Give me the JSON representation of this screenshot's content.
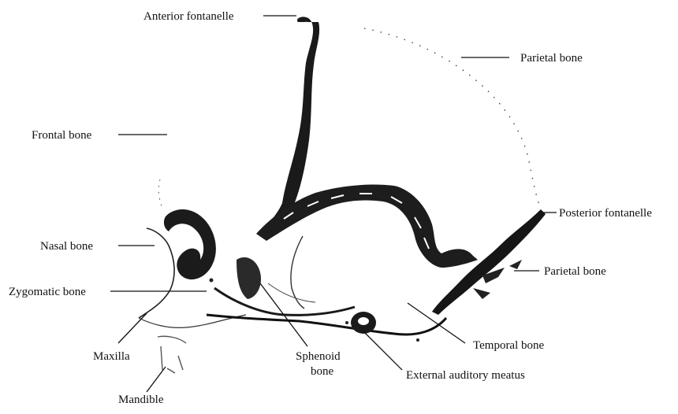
{
  "labels": {
    "anterior_fontanelle": "Anterior fontanelle",
    "parietal_bone_top": "Parietal bone",
    "frontal_bone": "Frontal bone",
    "posterior_fontanelle": "Posterior fontanelle",
    "nasal_bone": "Nasal bone",
    "parietal_bone_right": "Parietal bone",
    "zygomatic_bone": "Zygomatic bone",
    "maxilla": "Maxilla",
    "temporal_bone": "Temporal bone",
    "sphenoid_bone_line1": "Sphenoid",
    "sphenoid_bone_line2": "bone",
    "external_auditory_meatus": "External auditory meatus",
    "mandible": "Mandible"
  },
  "colors": {
    "ink": "#111111",
    "background": "#ffffff"
  }
}
